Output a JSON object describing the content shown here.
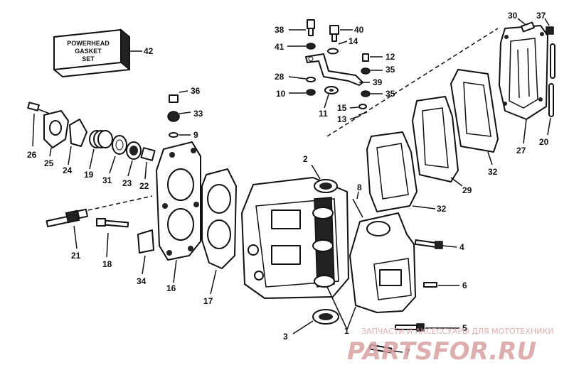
{
  "gasket_set_box": {
    "line1": "POWERHEAD",
    "line2": "GASKET",
    "line3": "SET",
    "number": "42"
  },
  "callouts": [
    {
      "id": "c1",
      "text": "1"
    },
    {
      "id": "c2",
      "text": "2"
    },
    {
      "id": "c3",
      "text": "3"
    },
    {
      "id": "c4",
      "text": "4"
    },
    {
      "id": "c5",
      "text": "5"
    },
    {
      "id": "c6",
      "text": "6"
    },
    {
      "id": "c7",
      "text": "7"
    },
    {
      "id": "c8",
      "text": "8"
    },
    {
      "id": "c9",
      "text": "9"
    },
    {
      "id": "c10",
      "text": "10"
    },
    {
      "id": "c11",
      "text": "11"
    },
    {
      "id": "c12",
      "text": "12"
    },
    {
      "id": "c13",
      "text": "13"
    },
    {
      "id": "c14",
      "text": "14"
    },
    {
      "id": "c15",
      "text": "15"
    },
    {
      "id": "c16",
      "text": "16"
    },
    {
      "id": "c17",
      "text": "17"
    },
    {
      "id": "c18",
      "text": "18"
    },
    {
      "id": "c19",
      "text": "19"
    },
    {
      "id": "c20",
      "text": "20"
    },
    {
      "id": "c21",
      "text": "21"
    },
    {
      "id": "c22",
      "text": "22"
    },
    {
      "id": "c23",
      "text": "23"
    },
    {
      "id": "c24",
      "text": "24"
    },
    {
      "id": "c25",
      "text": "25"
    },
    {
      "id": "c26",
      "text": "26"
    },
    {
      "id": "c27",
      "text": "27"
    },
    {
      "id": "c28",
      "text": "28"
    },
    {
      "id": "c29",
      "text": "29"
    },
    {
      "id": "c30",
      "text": "30"
    },
    {
      "id": "c31",
      "text": "31"
    },
    {
      "id": "c32a",
      "text": "32"
    },
    {
      "id": "c32b",
      "text": "32"
    },
    {
      "id": "c33",
      "text": "33"
    },
    {
      "id": "c34",
      "text": "34"
    },
    {
      "id": "c35a",
      "text": "35"
    },
    {
      "id": "c35b",
      "text": "35"
    },
    {
      "id": "c36",
      "text": "36"
    },
    {
      "id": "c37",
      "text": "37"
    },
    {
      "id": "c38",
      "text": "38"
    },
    {
      "id": "c39",
      "text": "39"
    },
    {
      "id": "c40",
      "text": "40"
    },
    {
      "id": "c41",
      "text": "41"
    }
  ],
  "watermark": {
    "caption": "ЗАПЧАСТИ И АКСЕССУАРЫ ДЛЯ МОТОТЕХНИКИ",
    "brand": "PARTSFOR.RU",
    "color": "#d9a0a0"
  }
}
